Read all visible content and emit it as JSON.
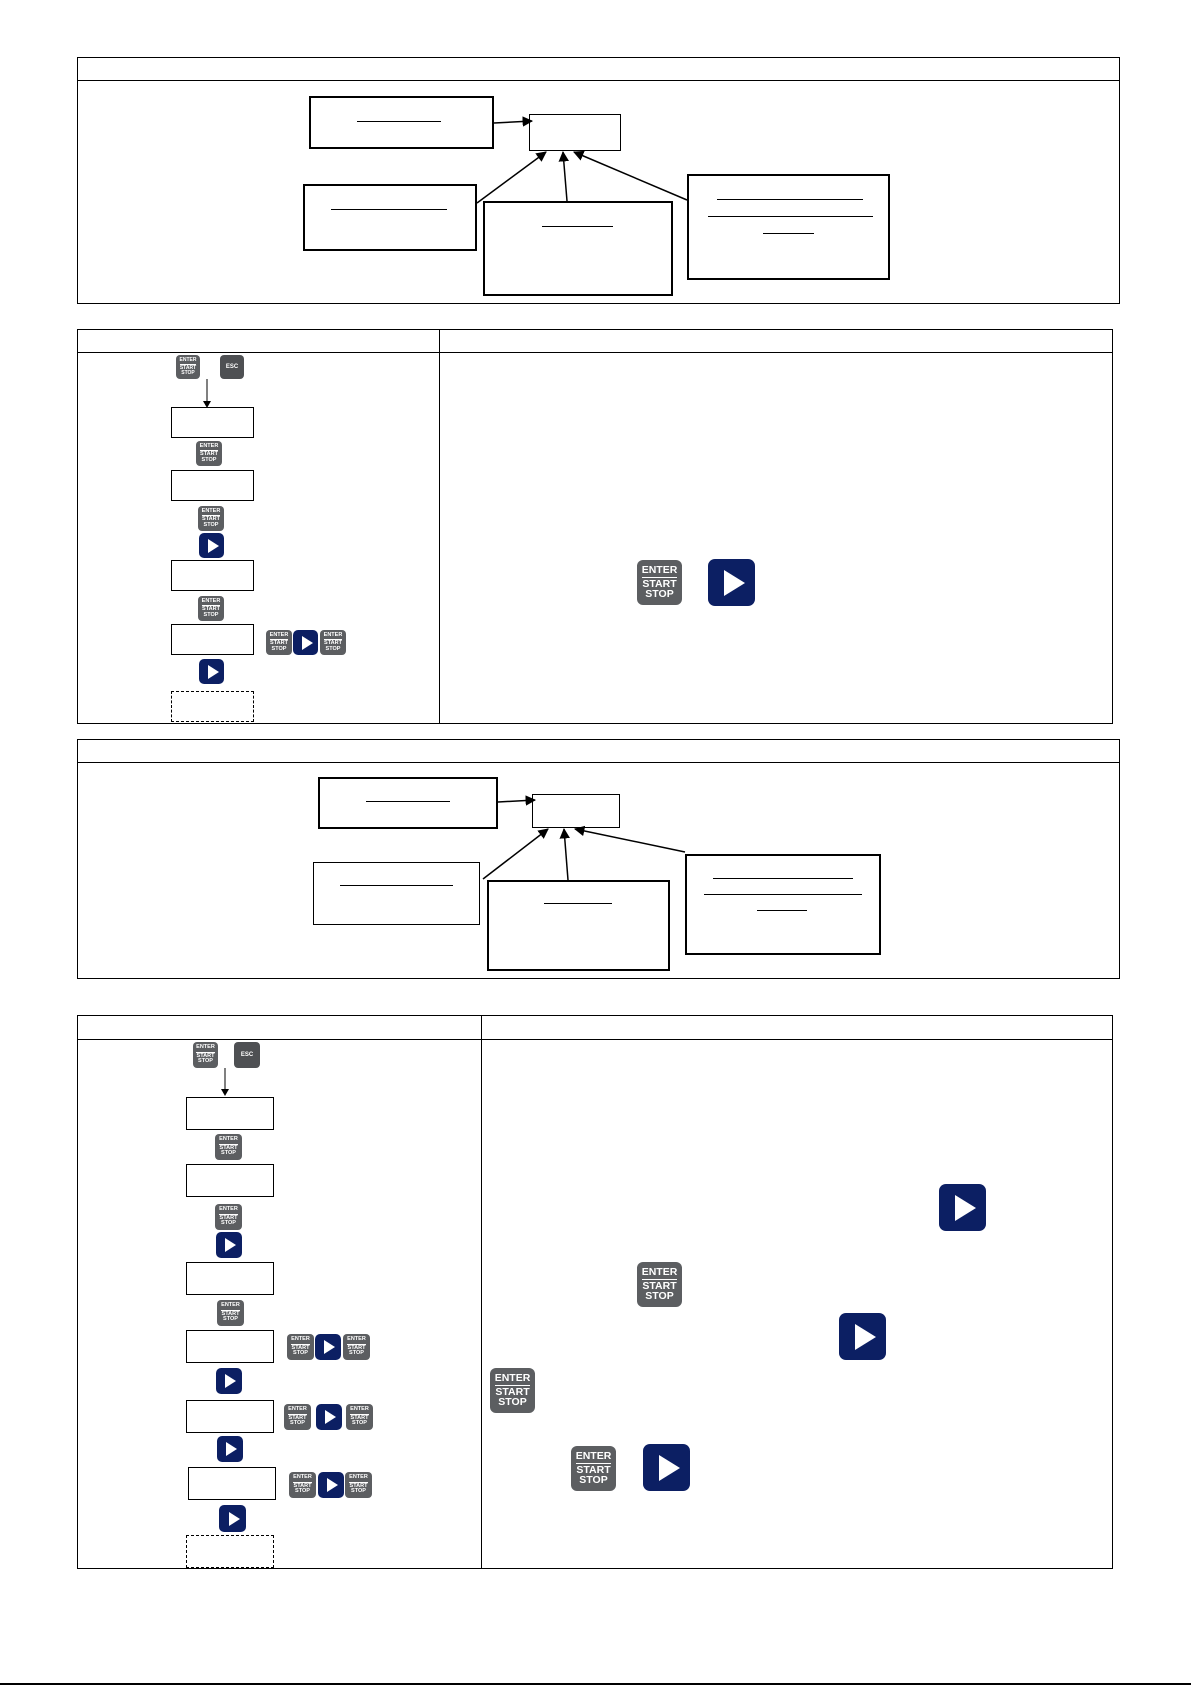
{
  "keys": {
    "enter_line1": "ENTER",
    "enter_line2": "START",
    "enter_line3": "STOP",
    "esc": "ESC"
  },
  "colors": {
    "enter_key": "#5c5e61",
    "esc_key": "#4e5053",
    "play_key": "#0c1f63"
  },
  "icons": [
    "enter-start-stop-icon",
    "esc-icon",
    "play-arrow-icon"
  ]
}
